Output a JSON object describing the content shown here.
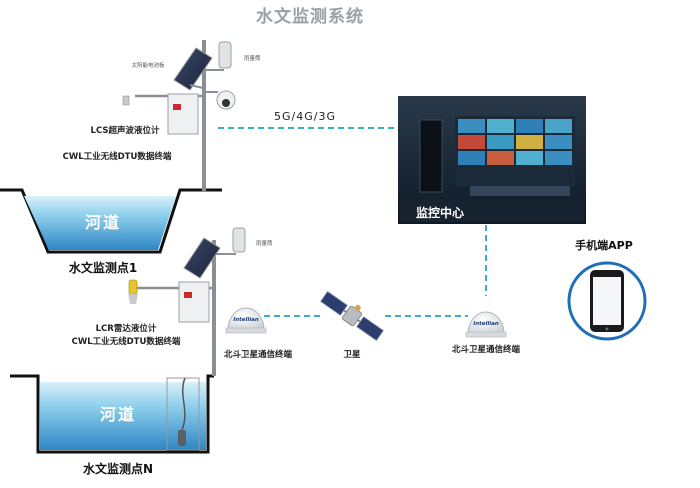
{
  "title": "水文监测系统",
  "network": "5G/4G/3G",
  "monitor_center": "监控中心",
  "mobile_app": "手机端APP",
  "site1": {
    "name": "水文监测点1",
    "river": "河道",
    "solar_label": "太阳能电池板",
    "rain_label": "雨量筒",
    "sensor": "LCS超声波液位计",
    "dtu": "CWL工业无线DTU数据终端"
  },
  "siteN": {
    "name": "水文监测点N",
    "river": "河道",
    "rain_label": "雨量筒",
    "sensor": "LCR雷达液位计",
    "dtu": "CWL工业无线DTU数据终端"
  },
  "satellite": "卫星",
  "beidou_left": "北斗卫星通信终端",
  "beidou_right": "北斗卫星通信终端",
  "brand": "Intellian",
  "colors": {
    "link": "#3ab0c8",
    "water_top": "#bfe6f4",
    "water_bottom": "#2f8fc9",
    "phone_ring": "#1e6fb8"
  }
}
